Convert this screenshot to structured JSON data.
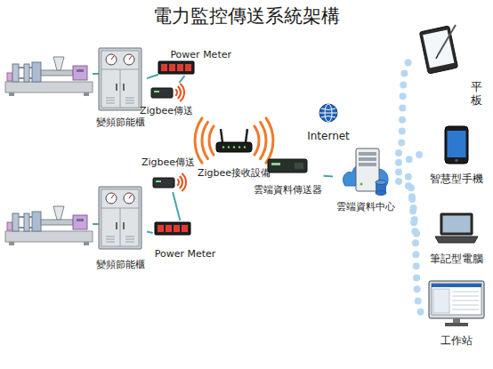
{
  "diagram": {
    "title": "電力監控傳送系統架構",
    "nodes": [
      {
        "text": [
          "變頻節能櫃"
        ]
      },
      {
        "text": [
          "Power Meter"
        ]
      },
      {
        "text": [
          "Zigbee傳送"
        ]
      },
      {
        "text": [
          "Zigbee傳送"
        ]
      },
      {
        "text": [
          "變頻節能櫃"
        ]
      },
      {
        "text": [
          "Power Meter"
        ]
      },
      {
        "text": [
          "Zigbee接收設備"
        ]
      },
      {
        "text": [
          "雲端資料傳送器"
        ]
      },
      {
        "text": [
          "Internet"
        ]
      },
      {
        "text": [
          "雲端資料中心"
        ]
      },
      {
        "text": [
          "平板"
        ]
      },
      {
        "text": [
          "智慧型手機"
        ]
      },
      {
        "text": [
          "筆記型電腦"
        ]
      },
      {
        "text": [
          "工作站"
        ]
      }
    ],
    "edges": [
      {
        "from": 0,
        "to": 1,
        "arrow": "none"
      },
      {
        "from": 1,
        "to": 2,
        "arrow": "none"
      },
      {
        "from": 4,
        "to": 5,
        "arrow": "none"
      },
      {
        "from": 3,
        "to": 5,
        "arrow": "none"
      },
      {
        "from": 7,
        "to": 9,
        "arrow": "none"
      },
      {
        "from": 9,
        "to": 10,
        "arrow": "none"
      },
      {
        "from": 9,
        "to": 11,
        "arrow": "none"
      },
      {
        "from": 9,
        "to": 12,
        "arrow": "none"
      },
      {
        "from": 9,
        "to": 13,
        "arrow": "none"
      }
    ]
  }
}
